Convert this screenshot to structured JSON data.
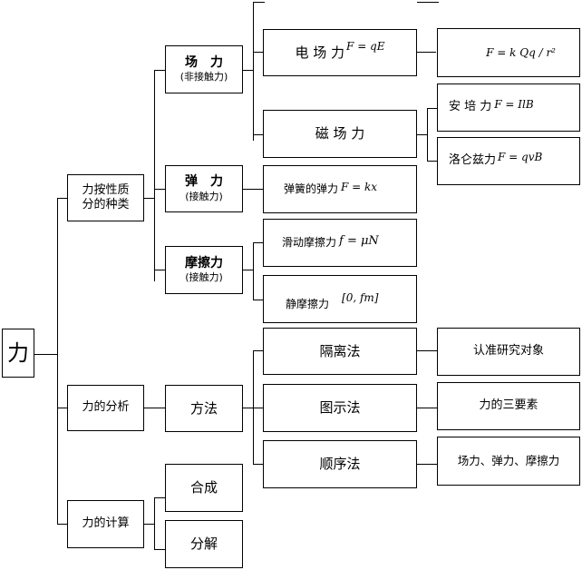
{
  "root": "力",
  "level1": {
    "kinds_line1": "力按性质",
    "kinds_line2": "分的种类",
    "analysis": "力的分析",
    "calc": "力的计算"
  },
  "kinds": {
    "field": {
      "title": "场　力",
      "note": "(非接触力)"
    },
    "elastic": {
      "title": "弹　力",
      "note": "(接触力)"
    },
    "friction": {
      "title": "摩擦力",
      "note": "(接触力)"
    }
  },
  "field_items": {
    "electric": {
      "label": "电 场 力",
      "formula": "F = qE"
    },
    "coulomb": {
      "formula": "F = k Qq / r²"
    },
    "magnetic": {
      "label": "磁 场 力"
    },
    "ampere": {
      "label": "安 培 力",
      "formula": "F = IlB"
    },
    "lorentz": {
      "label": "洛仑兹力",
      "formula": "F = qvB"
    }
  },
  "elastic_item": {
    "label": "弹簧的弹力",
    "formula": "F = kx"
  },
  "friction_items": {
    "sliding": {
      "label": "滑动摩擦力",
      "formula": "f = μN"
    },
    "static": {
      "label": "静摩擦力",
      "formula": "[0, fm]"
    }
  },
  "analysis": {
    "method": "方法",
    "methods": [
      "隔离法",
      "图示法",
      "顺序法"
    ],
    "purposes": [
      "认准研究对象",
      "力的三要素",
      "场力、弹力、摩擦力"
    ]
  },
  "calc": {
    "compose": "合成",
    "decompose": "分解"
  }
}
